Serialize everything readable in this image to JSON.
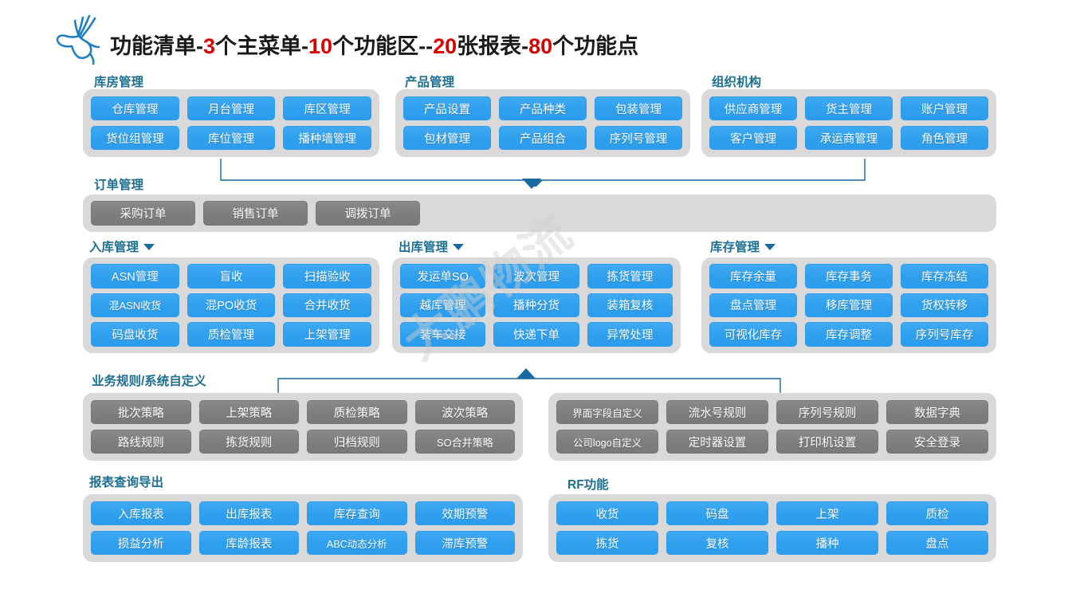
{
  "header": {
    "logo_name": "deer-logo",
    "title_parts": [
      {
        "text": "功能清单-",
        "accent": false
      },
      {
        "text": "3",
        "accent": true
      },
      {
        "text": "个主菜单-",
        "accent": false
      },
      {
        "text": "10",
        "accent": true
      },
      {
        "text": "个功能区--",
        "accent": false
      },
      {
        "text": "20",
        "accent": true
      },
      {
        "text": "张报表-",
        "accent": false
      },
      {
        "text": "80",
        "accent": true
      },
      {
        "text": "个功能点",
        "accent": false
      }
    ],
    "title_plain": "功能清单-3个主菜单-10个功能区--20张报表-80个功能点"
  },
  "watermark": {
    "text": "大鹏物流"
  },
  "colors": {
    "accent_red": "#d80000",
    "section_title": "#1d6f92",
    "button_blue": "#2fa0ee",
    "button_gray": "#7e7e7e",
    "panel_gray": "#d9d9d9",
    "connector_blue": "#1769a0"
  },
  "sections": [
    {
      "id": "warehouse-management",
      "title": "库房管理",
      "has_caret": false,
      "style": "blue",
      "columns": 3,
      "items": [
        "仓库管理",
        "月台管理",
        "库区管理",
        "货位组管理",
        "库位管理",
        "播种墙管理"
      ]
    },
    {
      "id": "product-management",
      "title": "产品管理",
      "has_caret": false,
      "style": "blue",
      "columns": 3,
      "items": [
        "产品设置",
        "产品种类",
        "包装管理",
        "包材管理",
        "产品组合",
        "序列号管理"
      ]
    },
    {
      "id": "organization",
      "title": "组织机构",
      "has_caret": false,
      "style": "blue",
      "columns": 3,
      "items": [
        "供应商管理",
        "货主管理",
        "账户管理",
        "客户管理",
        "承运商管理",
        "角色管理"
      ]
    },
    {
      "id": "order-management",
      "title": "订单管理",
      "has_caret": false,
      "style": "gray",
      "columns": 3,
      "items": [
        "采购订单",
        "销售订单",
        "调拨订单"
      ]
    },
    {
      "id": "inbound-management",
      "title": "入库管理",
      "has_caret": true,
      "style": "blue",
      "columns": 3,
      "items": [
        "ASN管理",
        "盲收",
        "扫描验收",
        "混ASN收货",
        "混PO收货",
        "合并收货",
        "码盘收货",
        "质检管理",
        "上架管理"
      ]
    },
    {
      "id": "outbound-management",
      "title": "出库管理",
      "has_caret": true,
      "style": "blue",
      "columns": 3,
      "items": [
        "发运单SO",
        "波次管理",
        "拣货管理",
        "越库管理",
        "播种分货",
        "装箱复核",
        "装车交接",
        "快递下单",
        "异常处理"
      ]
    },
    {
      "id": "inventory-management",
      "title": "库存管理",
      "has_caret": true,
      "style": "blue",
      "columns": 3,
      "items": [
        "库存余量",
        "库存事务",
        "库存冻结",
        "盘点管理",
        "移库管理",
        "货权转移",
        "可视化库存",
        "库存调整",
        "序列号库存"
      ]
    },
    {
      "id": "business-rules",
      "title": "业务规则/系统自定义",
      "has_caret": false,
      "style": "gray",
      "columns": 4,
      "items": [
        "批次策略",
        "上架策略",
        "质检策略",
        "波次策略",
        "路线规则",
        "拣货规则",
        "归档规则",
        "SO合并策略"
      ]
    },
    {
      "id": "system-custom",
      "title": "",
      "has_caret": false,
      "style": "gray",
      "columns": 4,
      "items": [
        "界面字段自定义",
        "流水号规则",
        "序列号规则",
        "数据字典",
        "公司logo自定义",
        "定时器设置",
        "打印机设置",
        "安全登录"
      ]
    },
    {
      "id": "report-query-export",
      "title": "报表查询导出",
      "has_caret": false,
      "style": "blue",
      "columns": 4,
      "items": [
        "入库报表",
        "出库报表",
        "库存查询",
        "效期预警",
        "损益分析",
        "库龄报表",
        "ABC动态分析",
        "滞库预警"
      ]
    },
    {
      "id": "rf-functions",
      "title": "RF功能",
      "has_caret": false,
      "style": "blue",
      "columns": 4,
      "items": [
        "收货",
        "码盘",
        "上架",
        "质检",
        "拣货",
        "复核",
        "播种",
        "盘点"
      ]
    }
  ]
}
